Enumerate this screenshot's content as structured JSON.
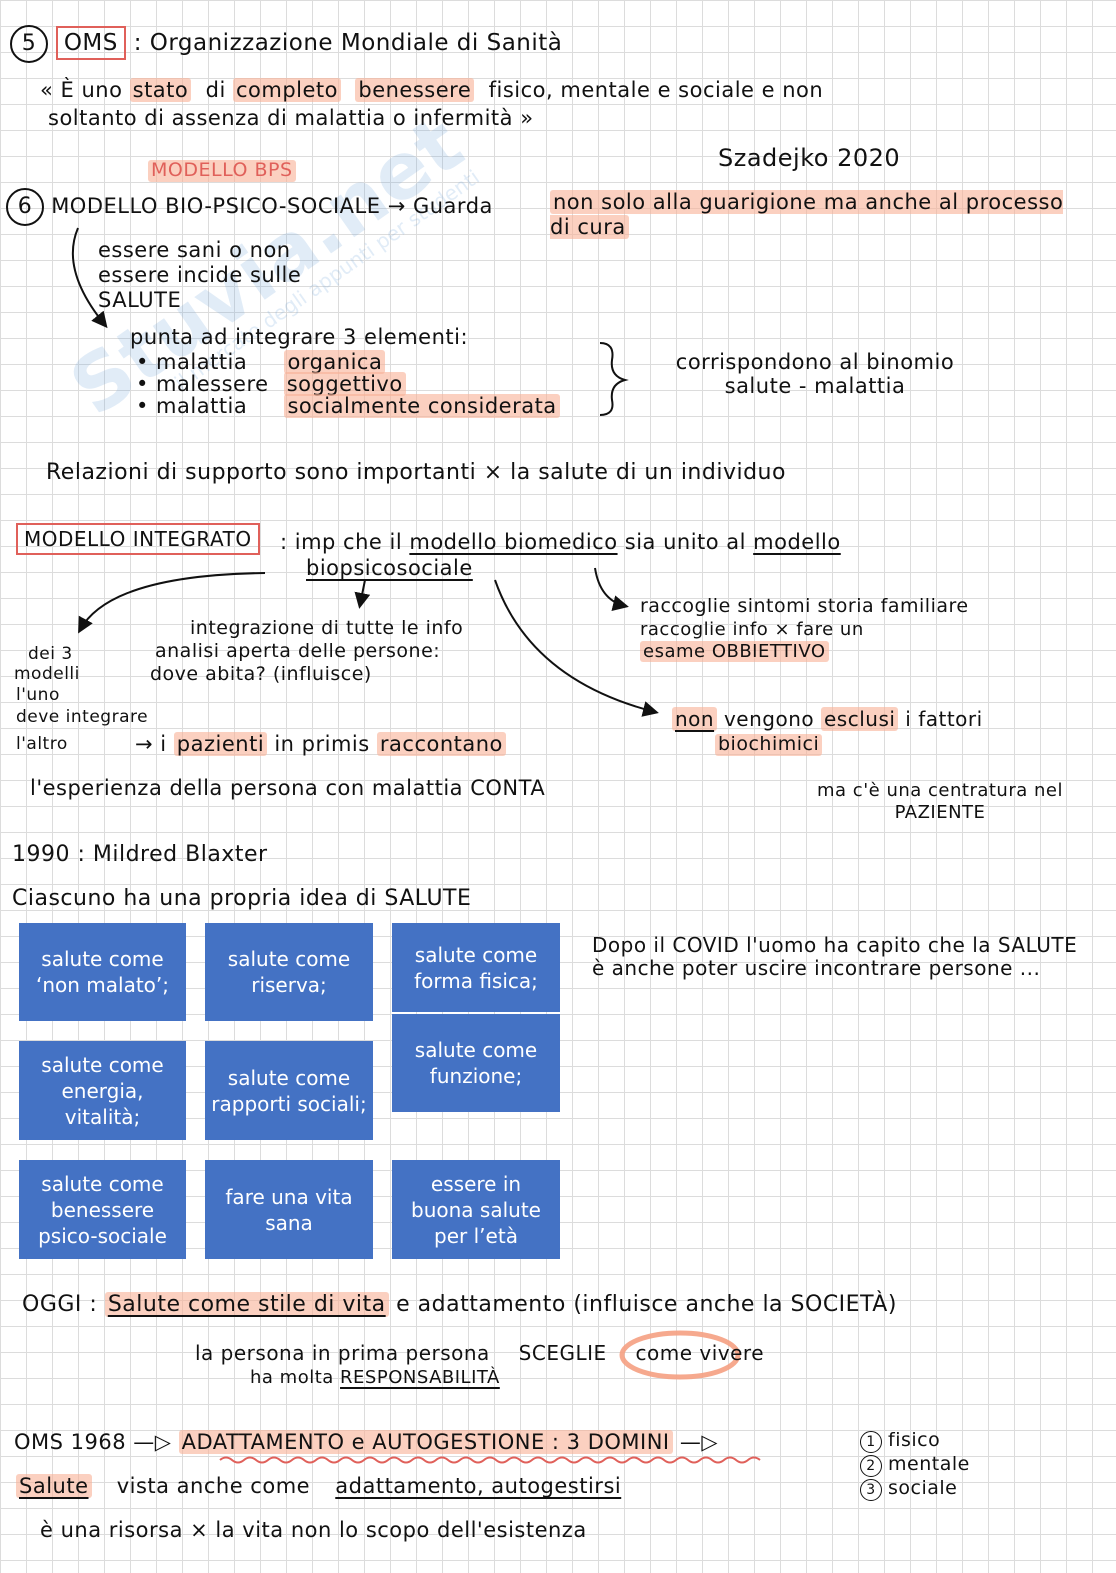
{
  "watermark": {
    "main": "Stuvia.net",
    "sub": "il mercato degli appunti per studenti"
  },
  "sec5": {
    "num": "5",
    "title": "OMS",
    "rest": ": Organizzazione Mondiale di Sanità",
    "q1": "« È uno",
    "q2": "stato",
    "q3": "di",
    "q4": "completo",
    "q5": "benessere",
    "q6": "fisico, mentale e sociale e non",
    "q7": "soltanto di assenza di malattia o infermità »",
    "cite": "Szadejko 2020"
  },
  "sec6": {
    "tag": "MODELLO BPS",
    "num": "6",
    "title": "MODELLO BIO-PSICO-SOCIALE",
    "arrow_text": "→ Guarda",
    "hl": "non solo alla guarigione ma anche al processo di cura",
    "note": "essere sani o non essere incide sulle SALUTE",
    "aim": "punta ad integrare 3 elementi:",
    "items": [
      {
        "a": "• malattia",
        "b": "organica"
      },
      {
        "a": "• malessere",
        "b": "soggettivo"
      },
      {
        "a": "• malattia",
        "b": "socialmente considerata"
      }
    ],
    "corr": "corrispondono al binomio salute - malattia",
    "relations": "Relazioni di supporto sono importanti × la salute di un individuo"
  },
  "integ": {
    "box": "MODELLO INTEGRATO",
    "t1": ": imp che il",
    "t2": "modello biomedico",
    "t3": "sia unito al",
    "t4": "modello",
    "t5": "biopsicosociale",
    "left1": "dei 3",
    "left2": "modelli",
    "left3": "l'uno",
    "left4": "deve integrare",
    "left5": "l'altro",
    "arrow_pazienti": "→ i",
    "pazienti": "pazienti",
    "inprimis": "in primis",
    "raccontano": "raccontano",
    "exp": "l'esperienza della persona con malattia CONTA",
    "mid1": "integrazione di tutte le info",
    "mid2": "analisi aperta delle persone:",
    "mid3": "dove abita? (influisce)",
    "right1": "raccoglie sintomi storia familiare",
    "right2": "raccoglie info × fare un",
    "right3": "esame OBBIETTIVO",
    "excl1": "non",
    "excl2": "vengono",
    "excl3": "esclusi",
    "excl4": "i fattori",
    "excl5": "biochimici",
    "center": "ma c'è una centratura nel PAZIENTE"
  },
  "blaxter": {
    "year": "1990 : Mildred Blaxter",
    "idea": "Ciascuno ha una propria idea di SALUTE",
    "tiles": [
      "salute come ‘non malato’;",
      "salute come riserva;",
      "salute come forma fisica;",
      "salute come energia, vitalità;",
      "salute come rapporti sociali;",
      "salute come funzione;",
      "salute come benessere psico-sociale",
      "fare una vita sana",
      "essere in buona salute per l’età"
    ],
    "covid": "Dopo il COVID l'uomo ha capito che la SALUTE è anche poter uscire incontrare persone ..."
  },
  "oggi": {
    "label": "OGGI :",
    "hl": "Salute come stile di vita",
    "rest": "e adattamento (influisce anche la SOCIETÀ)",
    "l2a": "la persona in prima persona",
    "sceglie": "SCEGLIE",
    "l2b": "come vivere",
    "l3a": "ha molta",
    "resp": "RESPONSABILITÀ"
  },
  "oms68": {
    "label": "OMS 1968 —▷",
    "hl": "ADATTAMENTO e AUTOGESTIONE : 3 DOMINI",
    "arrow": "—▷",
    "d1": "fisico",
    "d2": "mentale",
    "d3": "sociale",
    "s1": "Salute",
    "s2": "vista anche come",
    "s3": "adattamento, autogestirsi",
    "s4": "è una risorsa × la vita non lo scopo dell'esistenza"
  }
}
